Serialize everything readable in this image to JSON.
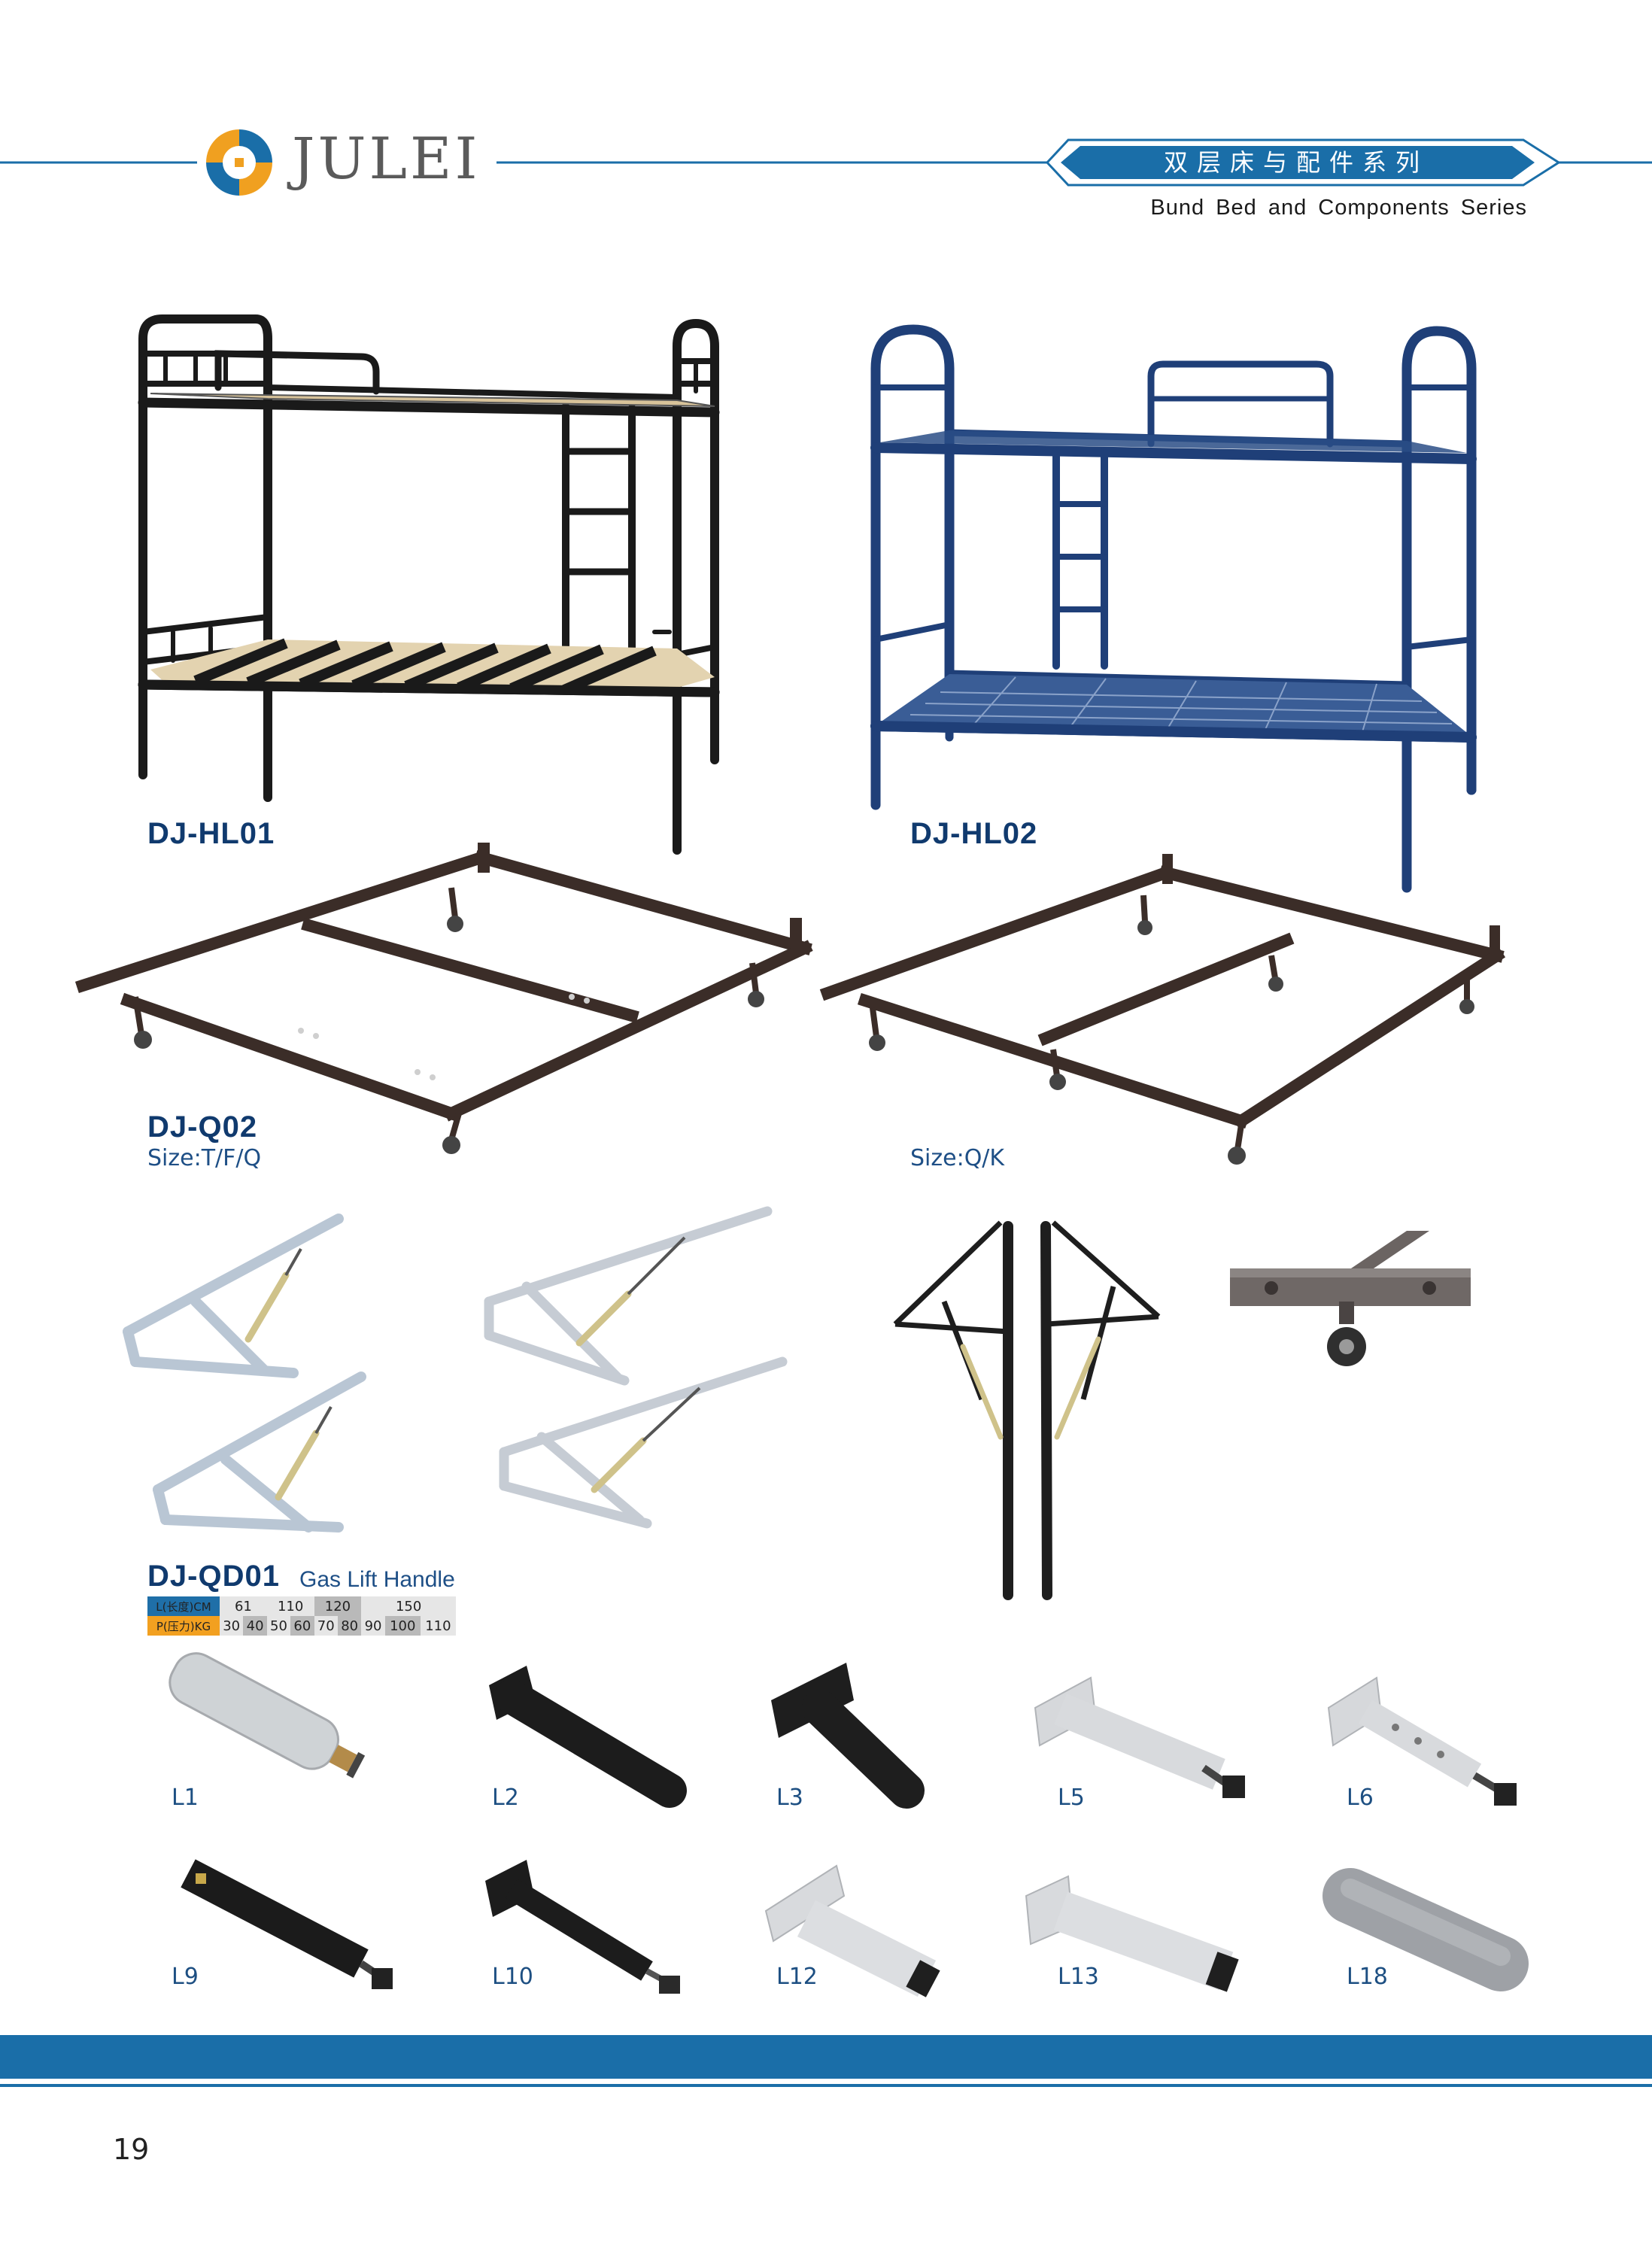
{
  "header": {
    "brand": "JULEI",
    "title_cn": "双层床与配件系列",
    "title_en": "Bund Bed and Components Series"
  },
  "beds": [
    {
      "model": "DJ-HL01"
    },
    {
      "model": "DJ-HL02"
    }
  ],
  "frames": [
    {
      "model": "DJ-Q02",
      "size": "Size:T/F/Q"
    },
    {
      "model": "",
      "size": "Size:Q/K"
    }
  ],
  "gas_lift": {
    "model": "DJ-QD01",
    "name": "Gas Lift Handle",
    "table": {
      "length_header": "L(长度)CM",
      "pressure_header": "P(压力)KG",
      "lengths": [
        "61",
        "110",
        "120",
        "150"
      ],
      "pressures": [
        "30",
        "40",
        "50",
        "60",
        "70",
        "80",
        "90",
        "100",
        "110"
      ]
    }
  },
  "legs": [
    "L1",
    "L2",
    "L3",
    "L5",
    "L6",
    "L9",
    "L10",
    "L12",
    "L13",
    "L18"
  ],
  "page_number": "19",
  "colors": {
    "brand_blue": "#1a6ea8",
    "dark_blue": "#103a6e",
    "logo_orange": "#f0a020"
  }
}
